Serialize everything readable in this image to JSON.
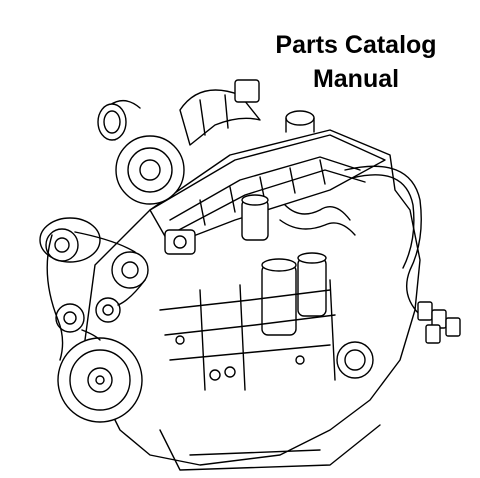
{
  "document": {
    "title_line_1": "Parts Catalog",
    "title_line_2": "Manual"
  },
  "illustration": {
    "subject": "engine-line-drawing",
    "stroke_color": "#000000",
    "fill_color": "#ffffff"
  }
}
